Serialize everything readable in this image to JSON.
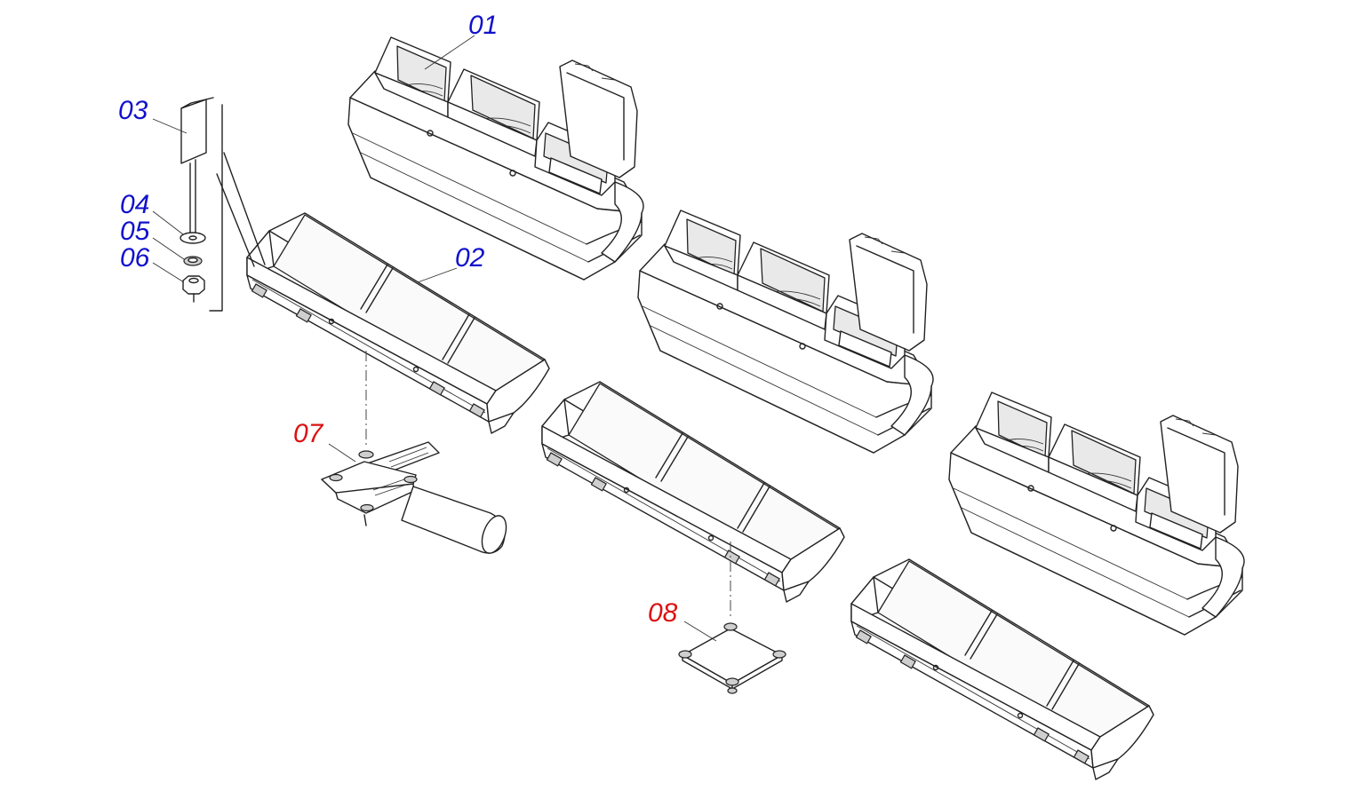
{
  "diagram": {
    "type": "exploded-parts-diagram",
    "callout_colors": {
      "standard": "#1111cc",
      "accessory": "#dd1111"
    },
    "callouts": [
      {
        "id": "01",
        "label": "01",
        "color": "#1111cc",
        "part": "display-unit"
      },
      {
        "id": "02",
        "label": "02",
        "color": "#1111cc",
        "part": "tray"
      },
      {
        "id": "03",
        "label": "03",
        "color": "#1111cc",
        "part": "bracket-bolt"
      },
      {
        "id": "04",
        "label": "04",
        "color": "#1111cc",
        "part": "flat-washer"
      },
      {
        "id": "05",
        "label": "05",
        "color": "#1111cc",
        "part": "lock-washer"
      },
      {
        "id": "06",
        "label": "06",
        "color": "#1111cc",
        "part": "hex-nut"
      },
      {
        "id": "07",
        "label": "07",
        "color": "#dd1111",
        "part": "pole-mount-plate"
      },
      {
        "id": "08",
        "label": "08",
        "color": "#dd1111",
        "part": "base-plate"
      }
    ]
  }
}
